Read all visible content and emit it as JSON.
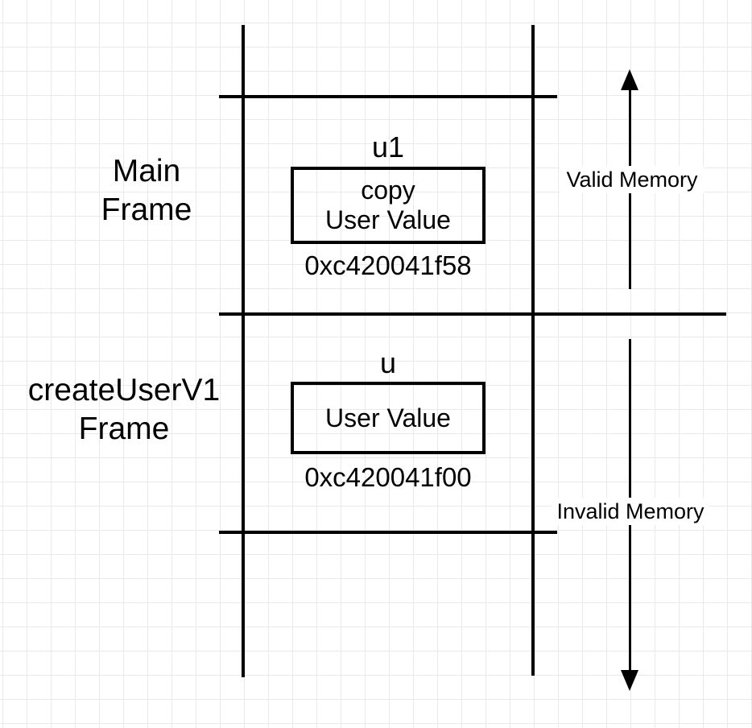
{
  "canvas": {
    "background_color": "#ffffff",
    "grid_color": "#e9e9e9",
    "stroke_color": "#000000"
  },
  "frame_labels": [
    {
      "lines": [
        "Main",
        "Frame"
      ]
    },
    {
      "lines": [
        "createUserV1",
        "Frame"
      ]
    }
  ],
  "stack_sections": [
    {
      "var_name": "u1",
      "box_lines": [
        "copy",
        "User Value"
      ],
      "address": "0xc420041f58"
    },
    {
      "var_name": "u",
      "box_lines": [
        "User Value"
      ],
      "address": "0xc420041f00"
    }
  ],
  "memory_axis": {
    "valid_label": "Valid Memory",
    "invalid_label": "Invalid Memory"
  }
}
